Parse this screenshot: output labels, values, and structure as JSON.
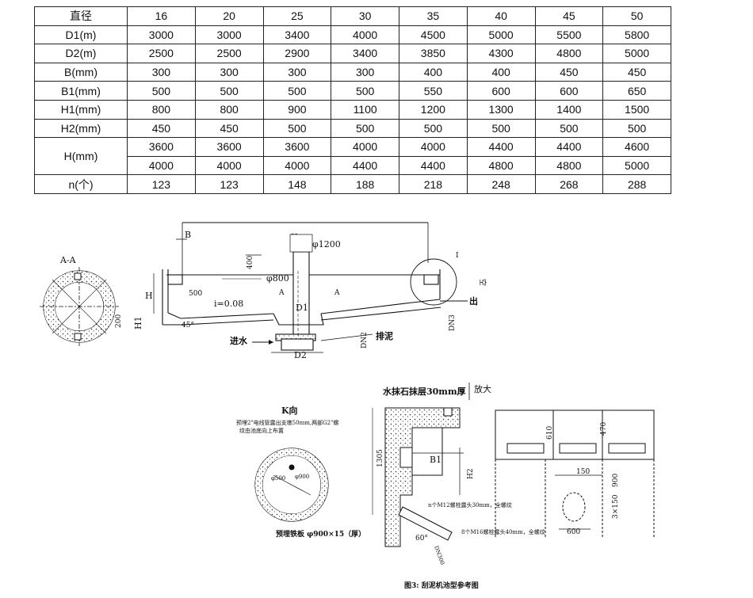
{
  "table": {
    "header": {
      "label": "直径",
      "values": [
        "16",
        "20",
        "25",
        "30",
        "35",
        "40",
        "45",
        "50"
      ]
    },
    "rows": [
      {
        "label": "D1(m)",
        "values": [
          "3000",
          "3000",
          "3400",
          "4000",
          "4500",
          "5000",
          "5500",
          "5800"
        ]
      },
      {
        "label": "D2(m)",
        "values": [
          "2500",
          "2500",
          "2900",
          "3400",
          "3850",
          "4300",
          "4800",
          "5000"
        ]
      },
      {
        "label": "B(mm)",
        "values": [
          "300",
          "300",
          "300",
          "300",
          "400",
          "400",
          "450",
          "450"
        ]
      },
      {
        "label": "B1(mm)",
        "values": [
          "500",
          "500",
          "500",
          "500",
          "550",
          "600",
          "600",
          "650"
        ]
      },
      {
        "label": "H1(mm)",
        "values": [
          "800",
          "800",
          "900",
          "1100",
          "1200",
          "1300",
          "1400",
          "1500"
        ]
      },
      {
        "label": "H2(mm)",
        "values": [
          "450",
          "450",
          "500",
          "500",
          "500",
          "500",
          "500",
          "500"
        ]
      }
    ],
    "h_row": {
      "label": "H(mm)",
      "values_a": [
        "3600",
        "3600",
        "3600",
        "4000",
        "4000",
        "4400",
        "4400",
        "4600"
      ],
      "values_b": [
        "4000",
        "4000",
        "4000",
        "4400",
        "4400",
        "4800",
        "4800",
        "5000"
      ]
    },
    "n_row": {
      "label": "n(个)",
      "values": [
        "123",
        "123",
        "148",
        "188",
        "218",
        "248",
        "268",
        "288"
      ]
    }
  },
  "drawing": {
    "aa_label": "A-A",
    "B": "B",
    "K": "K",
    "phi1200": "φ1200",
    "d400": "400",
    "phi800": "φ800",
    "H": "H",
    "d500": "500",
    "slope": "i=0.08",
    "d200": "200",
    "H1": "H1",
    "angle45": "45°",
    "D1": "D1",
    "D2": "D2",
    "DN2": "DN2",
    "DN3": "DN3",
    "inlet": "进水",
    "sludge": "排泥",
    "outlet": "出",
    "I": "I",
    "A_left": "A",
    "A_right": "A",
    "kong": "空",
    "k_view": "K向",
    "k_note1": "预埋2\"电线管露出支墩50mm,两部G2\"螺",
    "k_note2": "纹由池底向上布置",
    "phi500": "φ500",
    "phi900": "φ900",
    "plate": "预埋铁板 φ900×15（厚）",
    "plaster": "水抹石抹层30mm厚",
    "zoom": "放大",
    "d1305": "1305",
    "B1": "B1",
    "H2": "H2",
    "DN300": "DN300",
    "angle60": "60°",
    "bolt12": "n个M12螺栓露头30mm，全螺纹",
    "bolt16": "8个M16螺栓露头40mm，全螺纹",
    "d610": "610",
    "d470": "470",
    "d150": "150",
    "d900": "900",
    "d3x150": "3×150",
    "d600": "600",
    "caption": "图3: 刮泥机池型参考图"
  }
}
